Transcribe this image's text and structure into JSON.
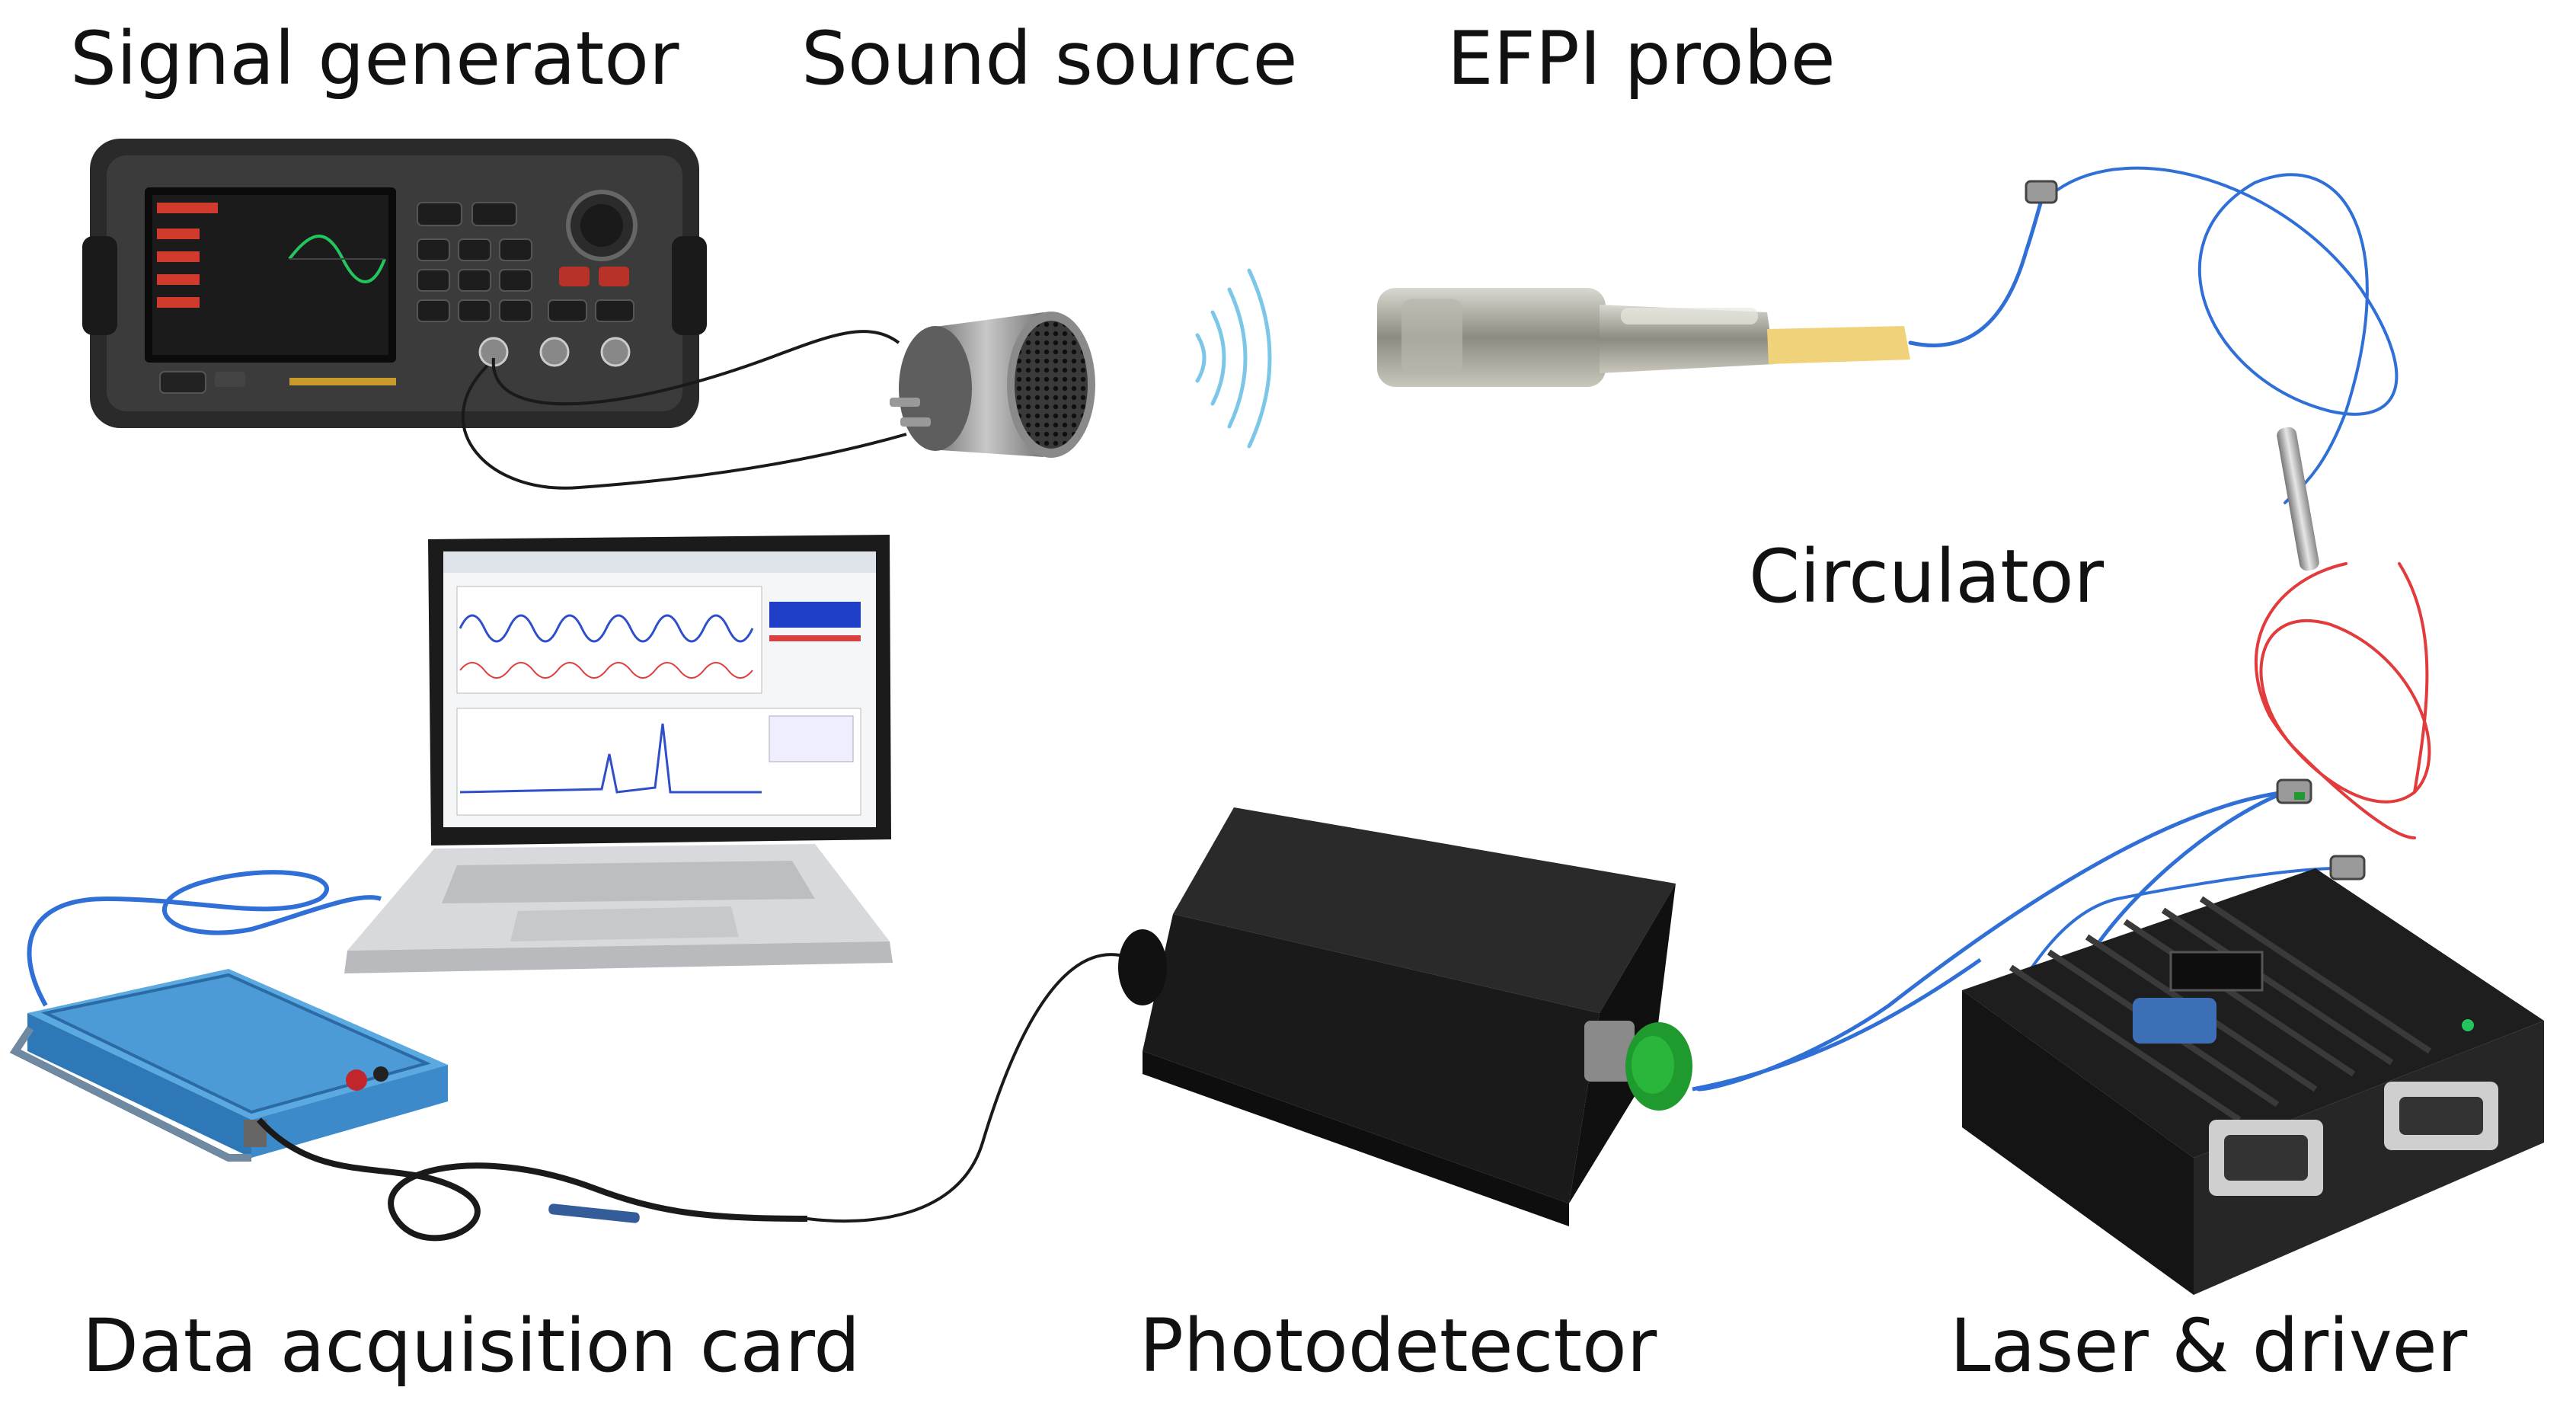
{
  "labels": {
    "signal_generator": "Signal generator",
    "sound_source": "Sound source",
    "efpi_probe": "EFPI probe",
    "circulator": "Circulator",
    "data_acquisition_card": "Data acquisition card",
    "photodetector": "Photodetector",
    "laser_driver": "Laser & driver"
  },
  "colors": {
    "fiber_blue": "#2f6fd6",
    "fiber_red": "#e23b3b",
    "cable_black": "#1a1a1a",
    "sound_wave": "#7cc7e8",
    "device_dark": "#1c1c1c",
    "daq_blue": "#4a9bd6",
    "connector_green": "#1f9a2e"
  }
}
